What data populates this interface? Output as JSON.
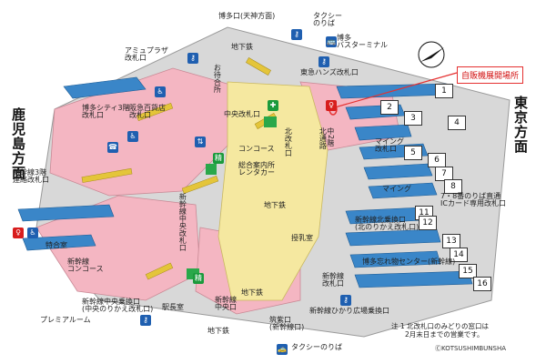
{
  "directions": {
    "left": "鹿児島方面",
    "right": "東京方面"
  },
  "callout": "自販機展開場所",
  "labels": {
    "hakata_exit": "博多口(天神方面)",
    "taxi_top": "タクシー\nのりば",
    "hakata_bus": "博多\nバスターミナル",
    "amu_plaza": "アミュプラザ\n改札口",
    "hakata_city3": "博多シティ3階\n改札口",
    "hankyu": "阪急百貨店\n改札口",
    "tokyu_hands": "東急ハンズ改札口",
    "chikatetsu_top": "地下鉄",
    "chikatetsu_mid": "地下鉄",
    "chikatetsu_bottom": "地下鉄",
    "chikatetsu_low": "地下鉄",
    "chuo_gate": "中央改札口",
    "kita_gate": "北改札口",
    "naka2": "中2階\n北通路",
    "concourse": "コンコース",
    "info": "総合案内所\nレンタカー",
    "omachi": "お待合所",
    "mining": "マイング\n改札口",
    "mining2": "マイング",
    "shinkansen_3f": "新幹線3階\n連絡改札口",
    "shinkansen_chuo": "新幹線中央改札口",
    "shinkansen_north": "新幹線北乗換口\n(北のりかえ改札口)",
    "tokubetsu": "特合室",
    "shinkansen_concourse": "新幹線\nコンコース",
    "premium": "プレミアルーム",
    "shinkansen_chuo_norikae": "新幹線中央乗換口\n(中央のりかえ改札口)",
    "ekichou": "駅長室",
    "chikugo": "筑紫口\n(新幹線口)",
    "hikari": "新幹線ひかり広場乗換口",
    "wasuremono": "博多忘れ物センター(新幹線)",
    "platform78": "7・8番のりば直通\nICカード専用改札口",
    "jun": "授乳室",
    "taxi_bottom": "タクシーのりば",
    "shinkansen_chuo2": "新幹線\n中央口",
    "shinkansen_minami": "新幹線\n改札口"
  },
  "platforms": [
    "1",
    "2",
    "3",
    "4",
    "5",
    "6",
    "7",
    "8",
    "11",
    "12",
    "13",
    "14",
    "15",
    "16"
  ],
  "note": "注 1 北改札口のみどりの窓口は\n　　2月末日までの営業です。",
  "copyright": "ⒸKOTSUSHIMBUNSHA",
  "colors": {
    "pink_area": "#f4b6c2",
    "yellow_area": "#f5e8a0",
    "blue_track": "#3a86c8",
    "grey": "#c9c9c9",
    "escalator": "#e4c53a",
    "accent_red": "#e53030"
  }
}
